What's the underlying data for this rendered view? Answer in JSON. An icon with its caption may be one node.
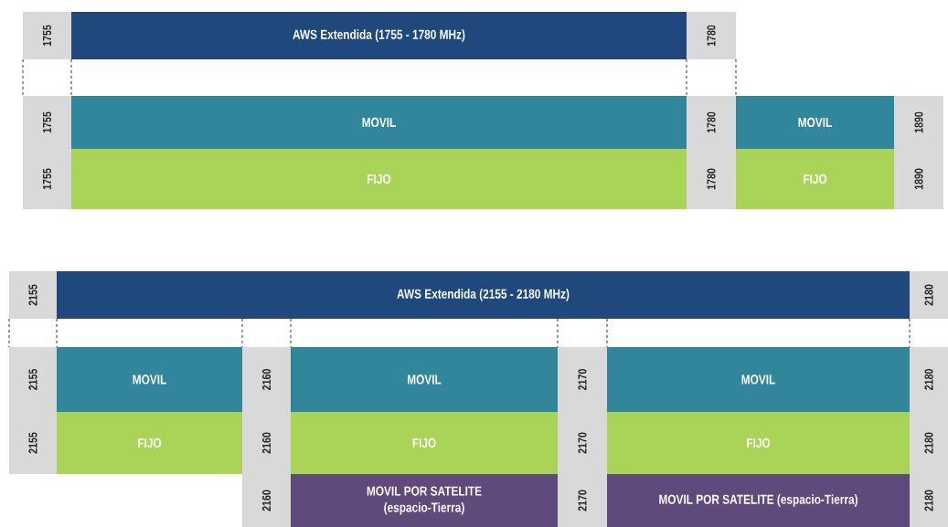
{
  "diagram": {
    "nodes": [
      {
        "text": [
          "1755"
        ]
      },
      {
        "text": [
          "AWS Extendida (1755 - 1780 MHz)"
        ]
      },
      {
        "text": [
          "1780"
        ]
      },
      {
        "text": [
          "1755"
        ]
      },
      {
        "text": [
          "MOVIL"
        ]
      },
      {
        "text": [
          "1780"
        ]
      },
      {
        "text": [
          "MOVIL"
        ]
      },
      {
        "text": [
          "1890"
        ]
      },
      {
        "text": [
          "1755"
        ]
      },
      {
        "text": [
          "FIJO"
        ]
      },
      {
        "text": [
          "1780"
        ]
      },
      {
        "text": [
          "FIJO"
        ]
      },
      {
        "text": [
          "1890"
        ]
      },
      {
        "text": [
          "2155"
        ]
      },
      {
        "text": [
          "AWS Extendida (2155 - 2180 MHz)"
        ]
      },
      {
        "text": [
          "2180"
        ]
      },
      {
        "text": [
          "2155"
        ]
      },
      {
        "text": [
          "MOVIL"
        ]
      },
      {
        "text": [
          "2160"
        ]
      },
      {
        "text": [
          "MOVIL"
        ]
      },
      {
        "text": [
          "2170"
        ]
      },
      {
        "text": [
          "MOVIL"
        ]
      },
      {
        "text": [
          "2180"
        ]
      },
      {
        "text": [
          "2155"
        ]
      },
      {
        "text": [
          "FIJO"
        ]
      },
      {
        "text": [
          "2160"
        ]
      },
      {
        "text": [
          "FIJO"
        ]
      },
      {
        "text": [
          "2170"
        ]
      },
      {
        "text": [
          "FIJO"
        ]
      },
      {
        "text": [
          "2180"
        ]
      },
      {
        "text": [
          "2160"
        ]
      },
      {
        "text": [
          "MOVIL POR SATELITE (espacio-Tierra)"
        ]
      },
      {
        "text": [
          "2170"
        ]
      },
      {
        "text": [
          "MOVIL POR SATELITE (espacio-Tierra)"
        ]
      },
      {
        "text": [
          "2180"
        ]
      }
    ]
  }
}
